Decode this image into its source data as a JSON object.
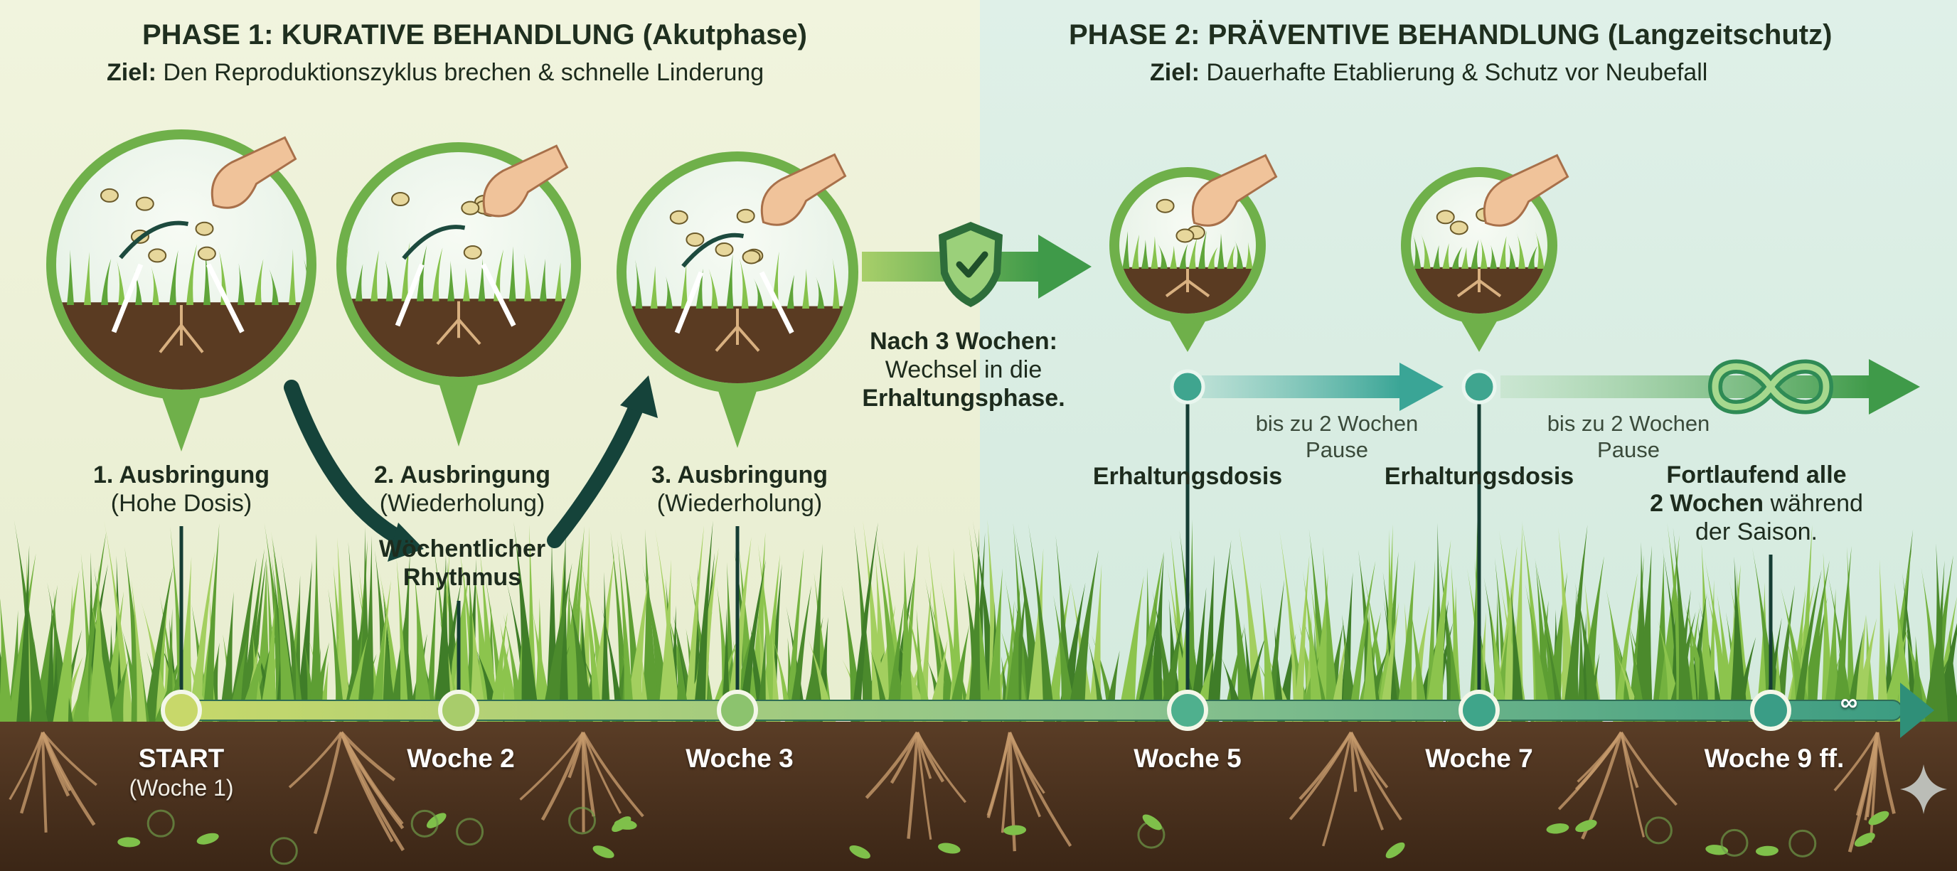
{
  "phase1": {
    "title": "PHASE 1: KURATIVE BEHANDLUNG (Akutphase)",
    "goal_label": "Ziel:",
    "goal_text": "Den Reproduktionszyklus brechen & schnelle Linderung"
  },
  "phase2": {
    "title": "PHASE 2: PRÄVENTIVE BEHANDLUNG (Langzeitschutz)",
    "goal_label": "Ziel:",
    "goal_text": "Dauerhafte Etablierung & Schutz vor Neubefall"
  },
  "applications": [
    {
      "title": "1. Ausbringung",
      "sub": "(Hohe Dosis)"
    },
    {
      "title": "2. Ausbringung",
      "sub": "(Wiederholung)"
    },
    {
      "title": "3. Ausbringung",
      "sub": "(Wiederholung)"
    }
  ],
  "rhythm": {
    "line1": "Wöchentlicher",
    "line2": "Rhythmus"
  },
  "switch": {
    "title": "Nach 3 Wochen:",
    "line1": "Wechsel in die",
    "line2": "Erhaltungsphase."
  },
  "maintenance": [
    {
      "label": "Erhaltungsdosis"
    },
    {
      "label": "Erhaltungsdosis"
    }
  ],
  "pauses": [
    {
      "line1": "bis zu 2 Wochen",
      "line2": "Pause"
    },
    {
      "line1": "bis zu 2 Wochen",
      "line2": "Pause"
    }
  ],
  "ongoing": {
    "line1": "Fortlaufend alle",
    "bold": "2 Wochen",
    "rest": "während",
    "line3": "der Saison."
  },
  "timeline": [
    {
      "label": "START",
      "sub": "(Woche 1)"
    },
    {
      "label": "Woche 2"
    },
    {
      "label": "Woche 3"
    },
    {
      "label": "Woche 5"
    },
    {
      "label": "Woche 7"
    },
    {
      "label": "Woche 9 ff."
    }
  ],
  "infinity_symbol": "∞",
  "icons": {
    "phase_switch": "shield-check-icon",
    "continuity": "infinity-icon",
    "dosing": "hand-icon",
    "pests": "mite-icon"
  },
  "colors": {
    "phase1_bg": "#eef2d8",
    "phase2_bg": "#dcefe6",
    "lime": "#a9c94a",
    "green": "#4f9a3c",
    "dark_green": "#15433a",
    "teal": "#3fa58f",
    "soil": "#4a3220"
  }
}
